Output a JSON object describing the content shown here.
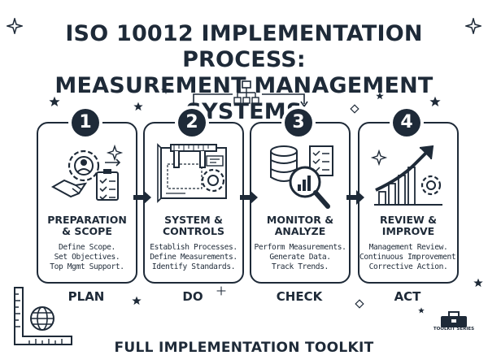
{
  "title": {
    "line1": "ISO 10012 IMPLEMENTATION PROCESS:",
    "line2": "MEASUREMENT MANAGEMENT SYSTEMS"
  },
  "steps": [
    {
      "number": "1",
      "title": [
        "PREPARATION",
        "& SCOPE"
      ],
      "items": [
        "Define Scope.",
        "Set Objectives.",
        "Top Mgmt Support."
      ],
      "phase": "PLAN",
      "icon": "handshake-gear-checklist-icon"
    },
    {
      "number": "2",
      "title": [
        "SYSTEM &",
        "CONTROLS"
      ],
      "items": [
        "Establish Processes.",
        "Define Measurements.",
        "Identify Standards."
      ],
      "phase": "DO",
      "icon": "caliper-blueprint-icon"
    },
    {
      "number": "3",
      "title": [
        "MONITOR &",
        "ANALYZE"
      ],
      "items": [
        "Perform Measurements.",
        "Generate Data.",
        "Track Trends."
      ],
      "phase": "CHECK",
      "icon": "database-magnifier-chart-icon"
    },
    {
      "number": "4",
      "title": [
        "REVIEW &",
        "IMPROVE"
      ],
      "items": [
        "Management Review.",
        "Continuous Improvement.",
        "Corrective Action."
      ],
      "phase": "ACT",
      "icon": "growth-arrow-gear-icon"
    }
  ],
  "footer": "FULL IMPLEMENTATION TOOLKIT",
  "corner_badge": "TOOLKIT SERIES",
  "colors": {
    "ink": "#1e2a38",
    "background": "#ffffff"
  }
}
